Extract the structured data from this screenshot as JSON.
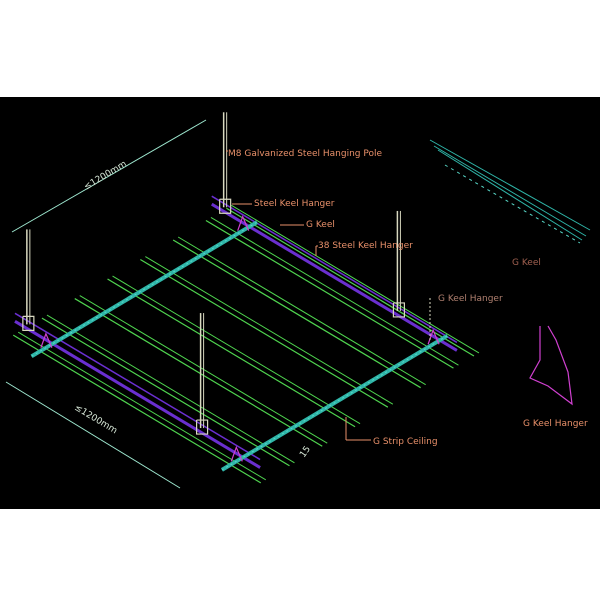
{
  "labels": {
    "pole": "M8 Galvanized Steel Hanging Pole",
    "steel_keel_hanger": "Steel Keel Hanger",
    "g_keel": "G Keel",
    "steel_38_keel_hanger": "38 Steel Keel Hanger",
    "g_keel_hanger_inline": "G Keel Hanger",
    "g_keel_detail": "G Keel",
    "g_strip_ceiling": "G Strip Ceiling",
    "g_keel_hanger_detail": "G Keel Hanger"
  },
  "dimensions": {
    "back": "≤1200mm",
    "front": "≤1200mm",
    "gap": "15"
  },
  "colors": {
    "background": "#000000",
    "strip": "#4fd44f",
    "g_keel": "#2fb5a8",
    "steel_keel": "#6a2fd0",
    "hanger": "#d040d0",
    "pole": "#d8d8c0",
    "label": "#e8906a",
    "dimension": "#9ee8d0"
  }
}
